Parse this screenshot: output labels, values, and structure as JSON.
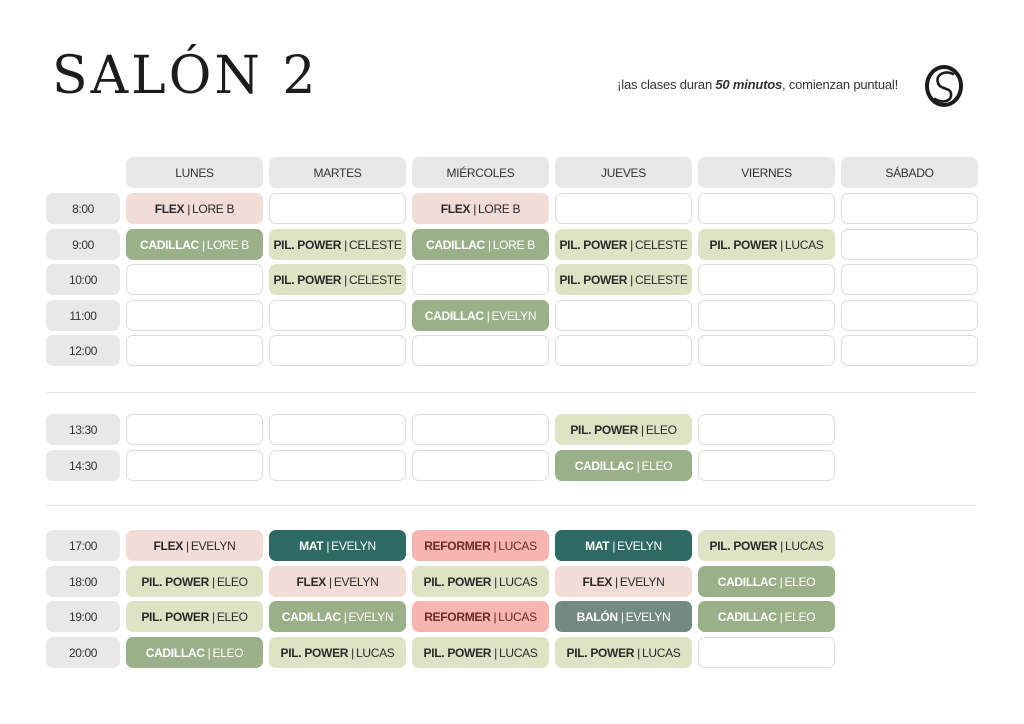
{
  "header": {
    "title": "SALÓN 2",
    "note_pre": "¡las clases duran ",
    "note_bold": "50 minutos",
    "note_post": ", comienzan puntual!"
  },
  "logo_icon": "s-logo-icon",
  "days": [
    "LUNES",
    "MARTES",
    "MIÉRCOLES",
    "JUEVES",
    "VIERNES",
    "SÁBADO"
  ],
  "colors": {
    "FLEX": "#f2dcd6",
    "CADILLAC": "#9ab089",
    "PIL. POWER": "#dfe3c6",
    "MAT": "#2d6a63",
    "REFORMER": "#f7b4b0",
    "BALÓN": "#738a83",
    "text_light": "#ffffff",
    "text_dark": "#2a2a2a",
    "text_reformer": "#6a2a26"
  },
  "blocks": [
    {
      "columns": 6,
      "rows": [
        {
          "time": "8:00",
          "cells": [
            [
              "FLEX",
              "LORE B"
            ],
            null,
            [
              "FLEX",
              "LORE B"
            ],
            null,
            null,
            null
          ]
        },
        {
          "time": "9:00",
          "cells": [
            [
              "CADILLAC",
              "LORE B"
            ],
            [
              "PIL. POWER",
              "CELESTE"
            ],
            [
              "CADILLAC",
              "LORE B"
            ],
            [
              "PIL. POWER",
              "CELESTE"
            ],
            [
              "PIL. POWER",
              "LUCAS"
            ],
            null
          ]
        },
        {
          "time": "10:00",
          "cells": [
            null,
            [
              "PIL. POWER",
              "CELESTE"
            ],
            null,
            [
              "PIL. POWER",
              "CELESTE"
            ],
            null,
            null
          ]
        },
        {
          "time": "11:00",
          "cells": [
            null,
            null,
            [
              "CADILLAC",
              "EVELYN"
            ],
            null,
            null,
            null
          ]
        },
        {
          "time": "12:00",
          "cells": [
            null,
            null,
            null,
            null,
            null,
            null
          ]
        }
      ]
    },
    {
      "columns": 5,
      "rows": [
        {
          "time": "13:30",
          "cells": [
            null,
            null,
            null,
            [
              "PIL. POWER",
              "ELEO"
            ],
            null
          ]
        },
        {
          "time": "14:30",
          "cells": [
            null,
            null,
            null,
            [
              "CADILLAC",
              "ELEO"
            ],
            null
          ]
        }
      ]
    },
    {
      "columns": 5,
      "rows": [
        {
          "time": "17:00",
          "cells": [
            [
              "FLEX",
              "EVELYN"
            ],
            [
              "MAT",
              "EVELYN"
            ],
            [
              "REFORMER",
              "LUCAS"
            ],
            [
              "MAT",
              "EVELYN"
            ],
            [
              "PIL. POWER",
              "LUCAS"
            ]
          ]
        },
        {
          "time": "18:00",
          "cells": [
            [
              "PIL. POWER",
              "ELEO"
            ],
            [
              "FLEX",
              "EVELYN"
            ],
            [
              "PIL. POWER",
              "LUCAS"
            ],
            [
              "FLEX",
              "EVELYN"
            ],
            [
              "CADILLAC",
              "ELEO"
            ]
          ]
        },
        {
          "time": "19:00",
          "cells": [
            [
              "PIL. POWER",
              "ELEO"
            ],
            [
              "CADILLAC",
              "EVELYN"
            ],
            [
              "REFORMER",
              "LUCAS"
            ],
            [
              "BALÓN",
              "EVELYN"
            ],
            [
              "CADILLAC",
              "ELEO"
            ]
          ]
        },
        {
          "time": "20:00",
          "cells": [
            [
              "CADILLAC",
              "ELEO"
            ],
            [
              "PIL. POWER",
              "LUCAS"
            ],
            [
              "PIL. POWER",
              "LUCAS"
            ],
            [
              "PIL. POWER",
              "LUCAS"
            ],
            null
          ]
        }
      ]
    }
  ]
}
